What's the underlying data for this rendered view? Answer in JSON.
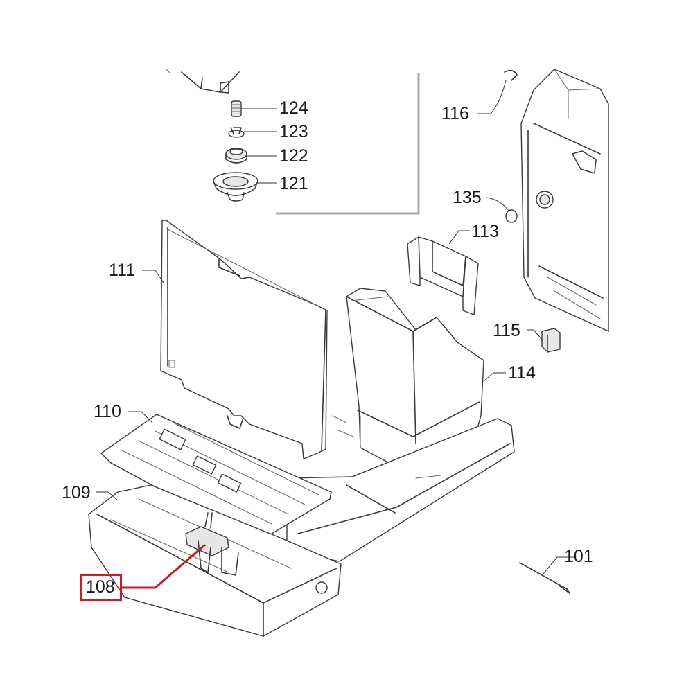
{
  "highlight_color": "#d9141e",
  "frame_color": "#a8a8a8",
  "callouts": {
    "c124": "124",
    "c123": "123",
    "c122": "122",
    "c121": "121",
    "c116": "116",
    "c135": "135",
    "c113": "113",
    "c111": "111",
    "c115": "115",
    "c114": "114",
    "c110": "110",
    "c109": "109",
    "c101": "101",
    "c108": "108"
  },
  "highlighted_part": "108"
}
